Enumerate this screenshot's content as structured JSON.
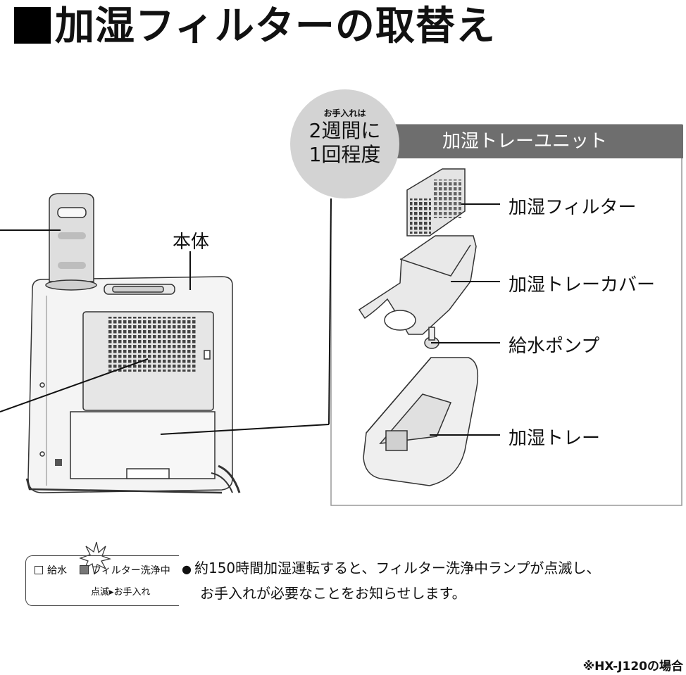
{
  "title": "加湿フィルターの取替え",
  "labels": {
    "body": "本体",
    "humidifier_filter": "加湿フィルター",
    "tray_cover": "加湿トレーカバー",
    "water_pump": "給水ポンプ",
    "tray": "加湿トレー"
  },
  "badge": {
    "small": "お手入れは",
    "line1": "2週間に",
    "line2": "1回程度"
  },
  "unit_header": "加湿トレーユニット",
  "panel": {
    "water_supply": "給水",
    "filter_cleaning": "フィルター洗浄中",
    "blink_care": "点滅▸お手入れ"
  },
  "note": {
    "bullet": "●",
    "line1": "約150時間加湿運転すると、フィルター洗浄中ランプが点滅し、",
    "line2": "お手入れが必要なことをお知らせします。"
  },
  "footnote": "※HX-J120の場合",
  "colors": {
    "header_bg": "#6e6e6e",
    "badge_bg": "#d3d3d3"
  }
}
